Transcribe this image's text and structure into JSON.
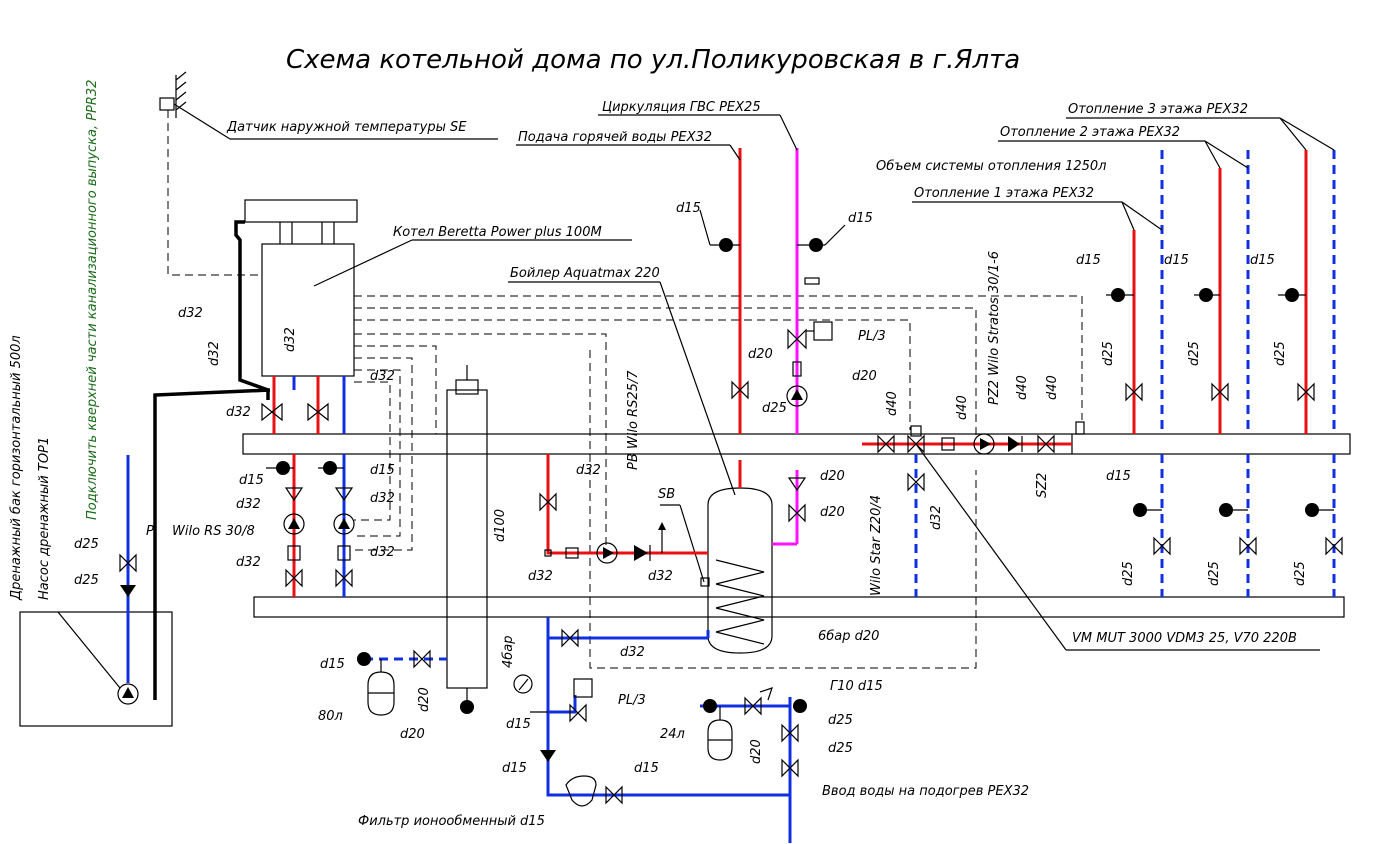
{
  "title": "Схема котельной дома по ул.Поликуровская в г.Ялта",
  "colors": {
    "supply": "#e81010",
    "return": "#1030e0",
    "dhw_circulation": "#ff10ff",
    "note_green": "#1a6b1a"
  },
  "labels": {
    "sensor": "Датчик наружной температуры  SE",
    "boiler": "Котел Beretta Power plus 100M",
    "tank": "Бойлер Aquatmax 220",
    "dhw_circ": "Циркуляция ГВС PEX25",
    "hot_supply": "Подача горячей воды PEX32",
    "heat3": "Отопление 3 этажа PEX32",
    "heat2": "Отопление 2 этажа PEX32",
    "volume": "Объем системы отопления 1250л",
    "heat1": "Отопление 1 этажа PEX32",
    "drain_tank": "Дренажный бак горизонтальный 500л",
    "drain_pump": "Насос дренажный TOP1",
    "sewer_note": "Подключить кверхней части канализационного выпуска, PPR32",
    "pump_rs30": "Wilo RS 30/8",
    "pump_p": "P",
    "pb_rs25": "PB Wilo RS25/7",
    "pz2": "PZ2 Wilo Stratos 30/1-6",
    "star_z20": "Wilo Star Z20/4",
    "vm_mut": "VM MUT 3000 VDM3 25, V70 220B",
    "filter": "Фильтр ионообменный d15",
    "inlet": "Ввод воды на подогрев PEX32",
    "sb": "SB",
    "sz2": "SZ2",
    "pl3": "PL/3",
    "pl3b": "PL/3",
    "g10": "Г10 d15",
    "bar6": "6бар d20",
    "bar4": "4бар",
    "vol80": "80л",
    "vol24": "24л"
  },
  "dims": {
    "d32": "d32",
    "d15": "d15",
    "d20": "d20",
    "d25": "d25",
    "d40": "d40",
    "d100": "d100"
  }
}
